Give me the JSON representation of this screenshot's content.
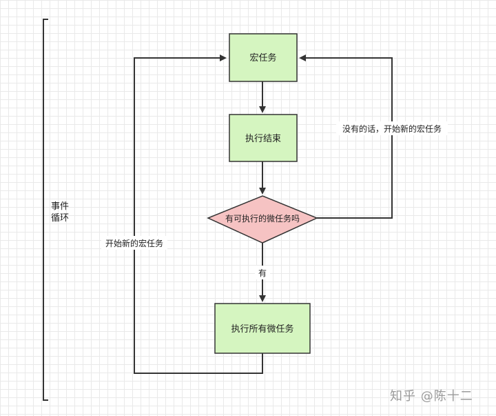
{
  "nodes": {
    "macro_task": "宏任务",
    "exec_done": "执行结束",
    "decision": "有可执行的微任务吗",
    "exec_micro": "执行所有微任务"
  },
  "edges": {
    "yes": "有",
    "no_new_macro": "没有的话，开始新的宏任务",
    "start_new_macro": "开始新的宏任务"
  },
  "bracket": {
    "line1": "事件",
    "line2": "循环"
  },
  "watermark": "知乎 @陈十二",
  "colors": {
    "task_fill": "#d5f5c0",
    "decision_fill": "#f6c3c3",
    "stroke": "#333333"
  }
}
